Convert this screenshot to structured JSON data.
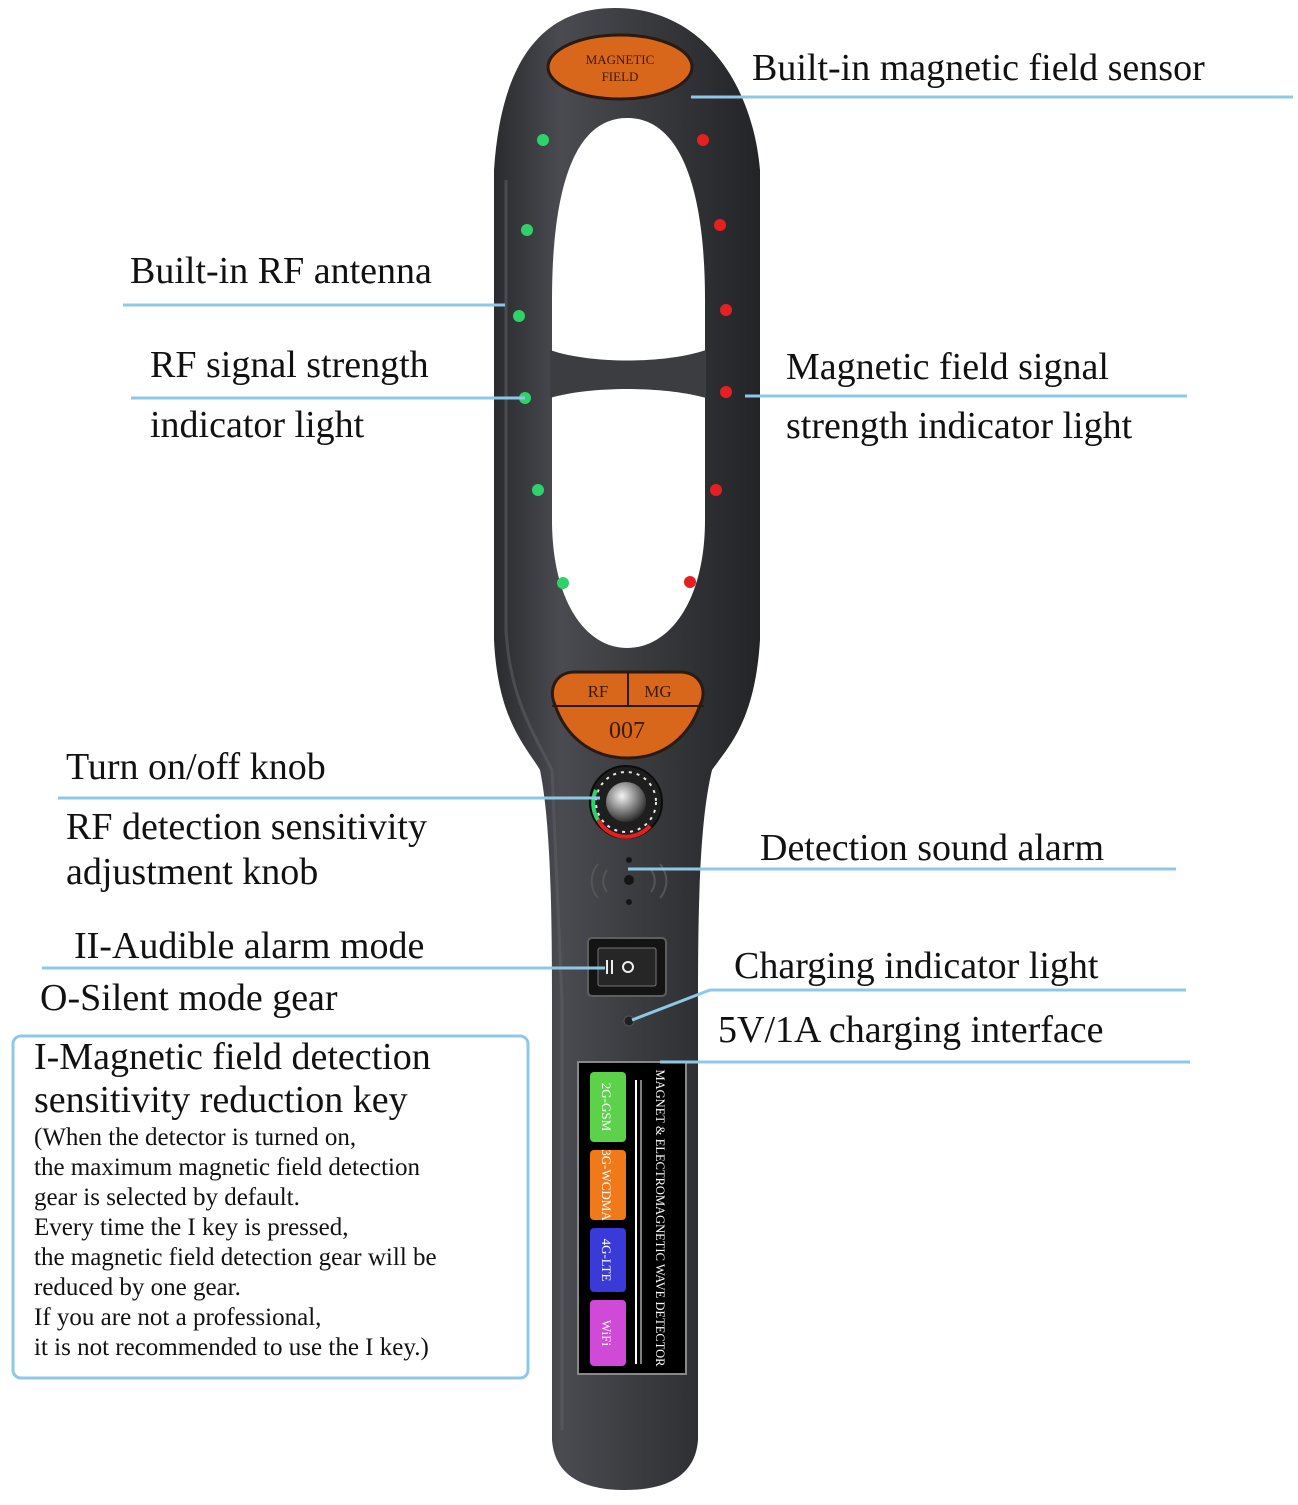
{
  "device": {
    "top_badge": {
      "line1": "MAGNETIC",
      "line2": "FIELD"
    },
    "mode_badge": {
      "left": "RF",
      "right": "MG",
      "model": "007"
    },
    "side_panel": {
      "title": "MAGNET & ELECTROMAGNETIC WAVE DETECTOR",
      "bands": [
        {
          "label": "2G-GSM",
          "color": "#5cd14a"
        },
        {
          "label": "3G-WCDMA",
          "color": "#f07a1a"
        },
        {
          "label": "4G-LTE",
          "color": "#3a3ad8"
        },
        {
          "label": "WiFi",
          "color": "#d04ad8"
        }
      ]
    },
    "colors": {
      "body": "#3b3c40",
      "badge": "#d8671c",
      "rf_led": "#2fd26a",
      "mg_led": "#e62020",
      "leader": "#8ec8e6"
    }
  },
  "callouts": {
    "magnetic_sensor": "Built-in magnetic field sensor",
    "rf_antenna": "Built-in RF antenna",
    "rf_signal": {
      "line1": "RF signal strength",
      "line2": "indicator light"
    },
    "mg_signal": {
      "line1": "Magnetic field signal",
      "line2": "strength indicator light"
    },
    "power_knob": "Turn on/off knob",
    "rf_sensitivity": {
      "line1": "RF detection sensitivity",
      "line2": "adjustment knob"
    },
    "sound_alarm": "Detection sound alarm",
    "audible_mode": "II-Audible alarm mode",
    "silent_mode": "O-Silent mode gear",
    "charging_light": "Charging indicator light",
    "charging_port": "5V/1A charging interface"
  },
  "note": {
    "title_line1": "I-Magnetic field detection",
    "title_line2": "sensitivity reduction key",
    "lines": [
      "(When the detector is turned on,",
      "the maximum magnetic field detection",
      "gear is selected by default.",
      "Every time the I key is pressed,",
      "the magnetic field detection gear will be",
      "reduced by one gear.",
      "If you are not a professional,",
      "it is not recommended to use the I key.)"
    ]
  }
}
